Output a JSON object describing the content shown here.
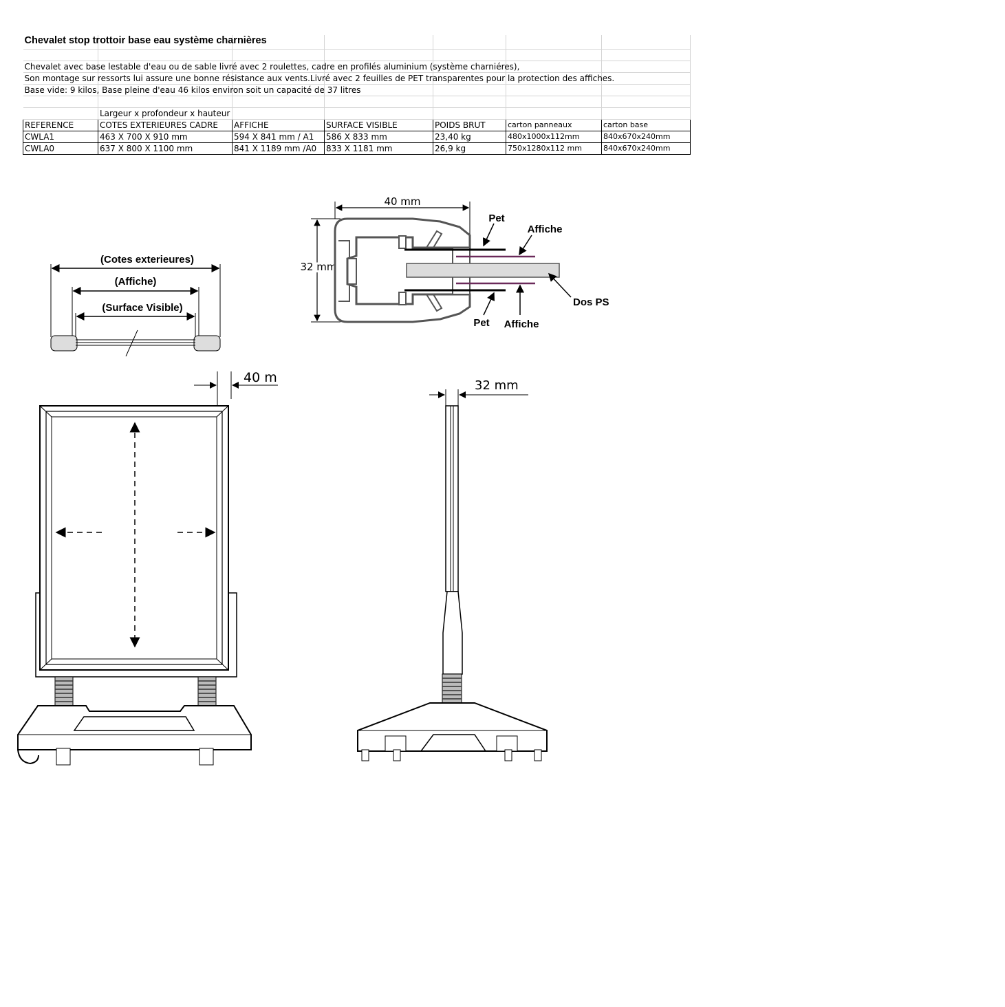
{
  "sheet": {
    "title": "Chevalet stop trottoir base eau système charnières",
    "desc": [
      "Chevalet avec base lestable d'eau ou de sable livré avec 2 roulettes, cadre en profilés aluminium (système charniéres),",
      "Son montage sur ressorts lui assure une bonne résistance aux vents.Livré avec 2 feuilles de PET transparentes pour la protection des affiches.",
      "Base vide: 9 kilos, Base pleine d'eau 46 kilos environ soit un capacité de 37 litres"
    ],
    "subheader": "Largeur x profondeur x hauteur",
    "headers": [
      "REFERENCE",
      "COTES EXTERIEURES CADRE",
      "AFFICHE",
      "SURFACE VISIBLE",
      "POIDS BRUT",
      "carton panneaux",
      "carton base"
    ],
    "rows": [
      [
        "CWLA1",
        "463 X 700 X 910 mm",
        "594 X 841 mm / A1",
        "586 X 833 mm",
        "23,40 kg",
        "480x1000x112mm",
        "840x670x240mm"
      ],
      [
        "CWLA0",
        "637 X 800 X 1100 mm",
        "841 X 1189 mm /A0",
        "833 X 1181 mm",
        "26,9 kg",
        "750x1280x112 mm",
        "840x670x240mm"
      ]
    ]
  },
  "diagram_top": {
    "cotes": "(Cotes exterieures)",
    "affiche": "(Affiche)",
    "surface": "(Surface Visible)"
  },
  "profile": {
    "width_dim": "40 mm",
    "height_dim": "32 mm",
    "pet_top": "Pet",
    "affiche_top": "Affiche",
    "dos_ps": "Dos PS",
    "pet_bottom": "Pet",
    "affiche_bottom": "Affiche"
  },
  "front_view": {
    "dim": "40 m"
  },
  "side_view": {
    "dim": "32 mm"
  }
}
